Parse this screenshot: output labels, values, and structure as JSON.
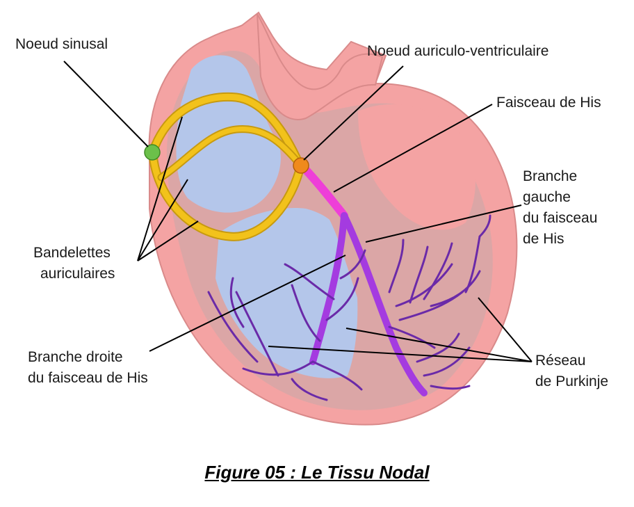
{
  "labels": {
    "sinoatrial_node": "Noeud sinusal",
    "av_node": "Noeud auriculo-ventriculaire",
    "bundle_of_his": "Faisceau de His",
    "left_branch": [
      "Branche",
      "gauche",
      "du faisceau",
      "de His"
    ],
    "atrial_bands": [
      "Bandelettes",
      "auriculaires"
    ],
    "right_branch": [
      "Branche droite",
      "du faisceau de His"
    ],
    "purkinje": [
      "Réseau",
      "de Purkinje"
    ]
  },
  "caption": "Figure 05 : Le Tissu Nodal",
  "colors": {
    "heart_wall": "#f4a3a3",
    "heart_inner": "#d9a3a3",
    "chamber": "#b4c6ea",
    "bands": "#f2c21b",
    "sinus_node": "#6cc04a",
    "av_node": "#f08a1c",
    "his_bundle": "#ee3fd8",
    "branches": "#a43be0",
    "purkinje": "#6a2aa8",
    "leader_line": "#000000"
  }
}
